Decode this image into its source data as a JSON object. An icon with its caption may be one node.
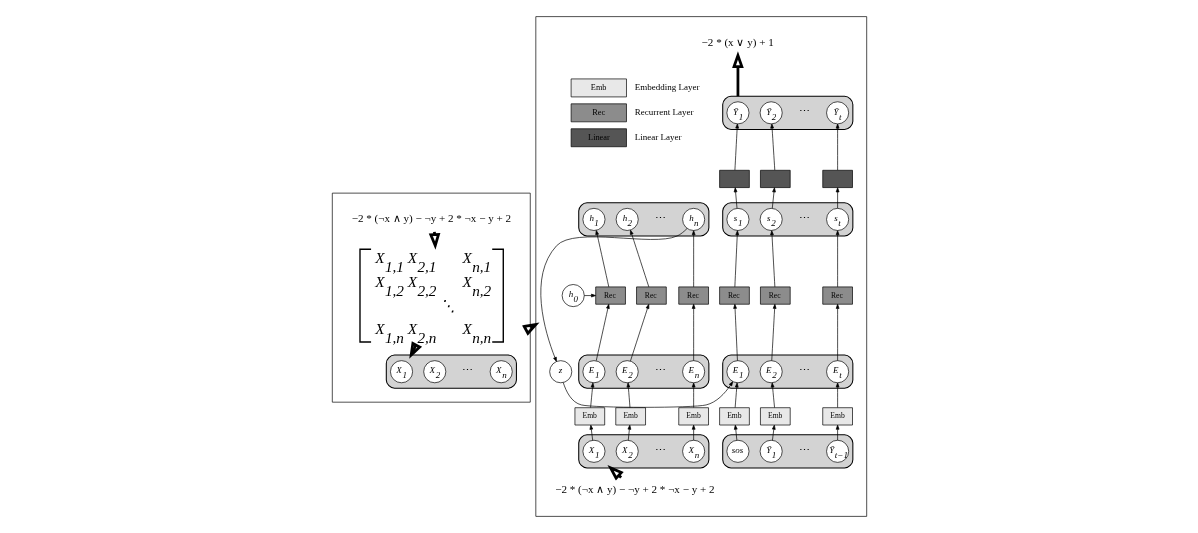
{
  "diagram": {
    "nodes": [
      {
        "text": [],
        "shape": "box"
      },
      {
        "text": [
          "−2 * (¬x ∧ y) − ¬y + 2 * ¬x − y + 2"
        ],
        "in": 0
      },
      {
        "text": [
          "X$_{1,1}$",
          "X$_{2,1}$",
          "X$_{n,1}$",
          "X$_{1,2}$",
          "X$_{2,2}$",
          "X$_{n,2}$",
          "⋱",
          "X$_{1,n}$",
          "X$_{2,n}$",
          "X$_{n,n}$"
        ],
        "in": 0
      },
      {
        "text": [],
        "shape": "box",
        "in": 0
      },
      {
        "text": [
          "X$_{1}$"
        ],
        "in": 3
      },
      {
        "text": [
          "X$_{2}$"
        ],
        "in": 3
      },
      {
        "text": [
          "X$_{n}$"
        ],
        "in": 3
      },
      {
        "text": [],
        "shape": "box"
      },
      {
        "text": [
          "−2 * (¬x ∧ y) − ¬y + 2 * ¬x − y + 2"
        ],
        "in": 7
      },
      {
        "text": [],
        "shape": "box",
        "in": 7
      },
      {
        "text": [
          "X$_{1}$"
        ],
        "in": 9
      },
      {
        "text": [
          "X$_{2}$"
        ],
        "in": 9
      },
      {
        "text": [
          "X$_{n}$"
        ],
        "in": 9
      },
      {
        "text": [
          "Emb"
        ],
        "in": 7
      },
      {
        "text": [
          "Emb"
        ],
        "in": 7
      },
      {
        "text": [
          "Emb"
        ],
        "in": 7
      },
      {
        "text": [],
        "shape": "box",
        "in": 7
      },
      {
        "text": [
          "E$_{1}$"
        ],
        "in": 16
      },
      {
        "text": [
          "E$_{2}$"
        ],
        "in": 16
      },
      {
        "text": [
          "E$_{n}$"
        ],
        "in": 16
      },
      {
        "text": [
          "h$_{0}$"
        ],
        "in": 7
      },
      {
        "text": [
          "Rec"
        ],
        "in": 7
      },
      {
        "text": [
          "Rec"
        ],
        "in": 7
      },
      {
        "text": [
          "Rec"
        ],
        "in": 7
      },
      {
        "text": [],
        "shape": "box",
        "in": 7
      },
      {
        "text": [
          "h$_{1}$"
        ],
        "in": 24
      },
      {
        "text": [
          "h$_{2}$"
        ],
        "in": 24
      },
      {
        "text": [
          "h$_{n}$"
        ],
        "in": 24
      },
      {
        "text": [
          "z"
        ],
        "in": 7
      },
      {
        "text": [],
        "shape": "box",
        "in": 7
      },
      {
        "text": [
          "sos"
        ],
        "in": 29
      },
      {
        "text": [
          "Ỹ$_{1}$"
        ],
        "in": 29
      },
      {
        "text": [
          "Ỹ$_{t−1}$"
        ],
        "in": 29
      },
      {
        "text": [
          "Emb"
        ],
        "in": 7
      },
      {
        "text": [
          "Emb"
        ],
        "in": 7
      },
      {
        "text": [
          "Emb"
        ],
        "in": 7
      },
      {
        "text": [],
        "shape": "box",
        "in": 7
      },
      {
        "text": [
          "E$_{1}$"
        ],
        "in": 36
      },
      {
        "text": [
          "E$_{2}$"
        ],
        "in": 36
      },
      {
        "text": [
          "E$_{t}$"
        ],
        "in": 36
      },
      {
        "text": [
          "Rec"
        ],
        "in": 7
      },
      {
        "text": [
          "Rec"
        ],
        "in": 7
      },
      {
        "text": [
          "Rec"
        ],
        "in": 7
      },
      {
        "text": [],
        "shape": "box",
        "in": 7
      },
      {
        "text": [
          "s$_{1}$"
        ],
        "in": 43
      },
      {
        "text": [
          "s$_{2}$"
        ],
        "in": 43
      },
      {
        "text": [
          "s$_{t}$"
        ],
        "in": 43
      },
      {
        "text": [],
        "shape": "box",
        "in": 7
      },
      {
        "text": [],
        "shape": "box",
        "in": 7
      },
      {
        "text": [],
        "shape": "box",
        "in": 7
      },
      {
        "text": [],
        "shape": "box",
        "in": 7
      },
      {
        "text": [
          "Ỹ$_{1}$"
        ],
        "in": 50
      },
      {
        "text": [
          "Ỹ$_{2}$"
        ],
        "in": 50
      },
      {
        "text": [
          "Ỹ$_{t}$"
        ],
        "in": 50
      },
      {
        "text": [
          "−2 * (x ∨ y) + 1"
        ],
        "in": 7
      }
    ],
    "edges": [
      {
        "from": 1,
        "to": 2,
        "arrow": "to",
        "style": "thick"
      },
      {
        "from": 2,
        "to": 3,
        "arrow": "to",
        "style": "thick"
      },
      {
        "from": 0,
        "to": 7,
        "arrow": "to",
        "style": "thick"
      },
      {
        "from": 8,
        "to": 9,
        "arrow": "to",
        "style": "thick"
      },
      {
        "from": 10,
        "to": 13,
        "arrow": "to"
      },
      {
        "from": 11,
        "to": 14,
        "arrow": "to"
      },
      {
        "from": 12,
        "to": 15,
        "arrow": "to"
      },
      {
        "from": 13,
        "to": 17,
        "arrow": "to"
      },
      {
        "from": 14,
        "to": 18,
        "arrow": "to"
      },
      {
        "from": 15,
        "to": 19,
        "arrow": "to"
      },
      {
        "from": 17,
        "to": 21,
        "arrow": "to"
      },
      {
        "from": 18,
        "to": 22,
        "arrow": "to"
      },
      {
        "from": 19,
        "to": 23,
        "arrow": "to"
      },
      {
        "from": 20,
        "to": 21,
        "arrow": "to"
      },
      {
        "from": 21,
        "to": 25,
        "arrow": "to"
      },
      {
        "from": 22,
        "to": 26,
        "arrow": "to"
      },
      {
        "from": 23,
        "to": 27,
        "arrow": "to"
      },
      {
        "from": 27,
        "to": 28,
        "arrow": "to"
      },
      {
        "from": 28,
        "to": 37,
        "arrow": "to"
      },
      {
        "from": 30,
        "to": 33,
        "arrow": "to"
      },
      {
        "from": 31,
        "to": 34,
        "arrow": "to"
      },
      {
        "from": 32,
        "to": 35,
        "arrow": "to"
      },
      {
        "from": 33,
        "to": 37,
        "arrow": "to"
      },
      {
        "from": 34,
        "to": 38,
        "arrow": "to"
      },
      {
        "from": 35,
        "to": 39,
        "arrow": "to"
      },
      {
        "from": 37,
        "to": 40,
        "arrow": "to"
      },
      {
        "from": 38,
        "to": 41,
        "arrow": "to"
      },
      {
        "from": 39,
        "to": 42,
        "arrow": "to"
      },
      {
        "from": 40,
        "to": 44,
        "arrow": "to"
      },
      {
        "from": 41,
        "to": 45,
        "arrow": "to"
      },
      {
        "from": 42,
        "to": 46,
        "arrow": "to"
      },
      {
        "from": 44,
        "to": 47,
        "arrow": "to"
      },
      {
        "from": 45,
        "to": 48,
        "arrow": "to"
      },
      {
        "from": 46,
        "to": 49,
        "arrow": "to"
      },
      {
        "from": 47,
        "to": 51,
        "arrow": "to"
      },
      {
        "from": 48,
        "to": 52,
        "arrow": "to"
      },
      {
        "from": 49,
        "to": 53,
        "arrow": "to"
      },
      {
        "from": 50,
        "to": 54,
        "arrow": "to",
        "style": "thick"
      }
    ],
    "labels": [
      "⋯",
      "Emb",
      "Rec",
      "Linear",
      "⋯",
      "⋯",
      "⋯",
      "⋯",
      "⋯",
      "⋯",
      "⋯"
    ],
    "legend": [
      {
        "text": "Embedding Layer",
        "color": "#e8e8e8"
      },
      {
        "text": "Recurrent Layer",
        "color": "#8c8c8c"
      },
      {
        "text": "Linear Layer",
        "color": "#555555"
      }
    ]
  }
}
